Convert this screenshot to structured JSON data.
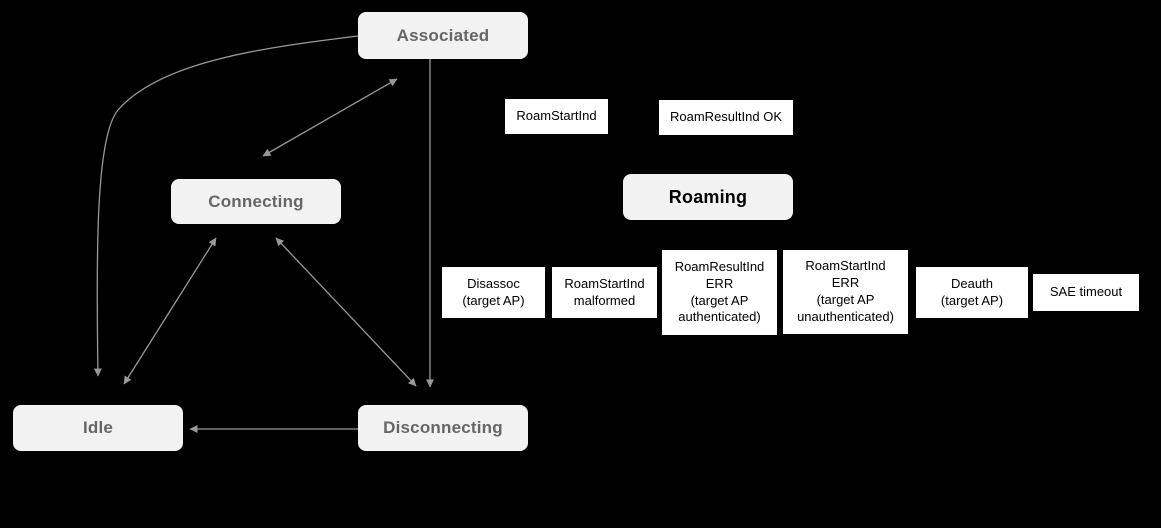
{
  "diagram": {
    "colors": {
      "background": "#000000",
      "state_fill": "#f2f2f2",
      "state_text": "#666666",
      "roaming_text": "#000000",
      "event_fill": "#ffffff",
      "event_text": "#000000",
      "arrow": "#999999"
    },
    "states": {
      "associated": {
        "label": "Associated"
      },
      "connecting": {
        "label": "Connecting"
      },
      "roaming": {
        "label": "Roaming"
      },
      "idle": {
        "label": "Idle"
      },
      "disconnecting": {
        "label": "Disconnecting"
      }
    },
    "events": {
      "roam_start_ind": {
        "label": "RoamStartInd"
      },
      "roam_result_ind_ok": {
        "label": "RoamResultInd OK"
      },
      "disassoc_target_ap": {
        "label": "Disassoc\n(target AP)"
      },
      "roam_start_ind_malformed": {
        "label": "RoamStartInd\nmalformed"
      },
      "roam_result_ind_err_auth": {
        "label": "RoamResultInd\nERR\n(target AP\nauthenticated)"
      },
      "roam_start_ind_err_unauth": {
        "label": "RoamStartInd\nERR\n(target AP\nunauthenticated)"
      },
      "deauth_target_ap": {
        "label": "Deauth\n(target AP)"
      },
      "sae_timeout": {
        "label": "SAE timeout"
      }
    },
    "edges": [
      {
        "from": "associated",
        "to": "idle",
        "direction": "one-way",
        "shape": "curve"
      },
      {
        "from": "associated",
        "to": "connecting",
        "direction": "two-way",
        "shape": "line"
      },
      {
        "from": "connecting",
        "to": "idle",
        "direction": "two-way",
        "shape": "line"
      },
      {
        "from": "connecting",
        "to": "disconnecting",
        "direction": "two-way",
        "shape": "line"
      },
      {
        "from": "associated",
        "to": "disconnecting",
        "direction": "one-way",
        "shape": "line"
      },
      {
        "from": "disconnecting",
        "to": "idle",
        "direction": "one-way",
        "shape": "line"
      }
    ]
  }
}
